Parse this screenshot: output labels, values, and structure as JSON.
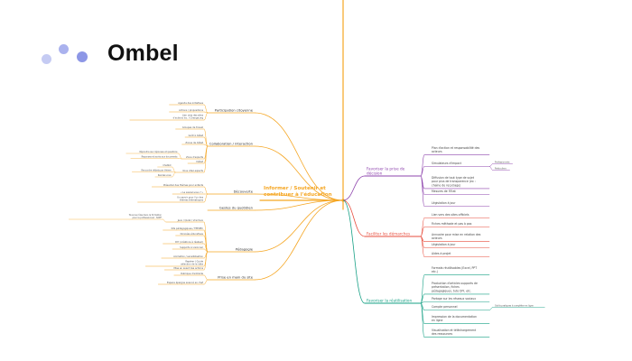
{
  "brand": {
    "name": "Ombel",
    "dot_colors": [
      "#c5cbf3",
      "#aab2ee",
      "#8d97e6"
    ]
  },
  "center": {
    "line1": "Informer / Soutenir et",
    "line2": "contribuer à l'éducation",
    "color": "#f5a623"
  },
  "left_branches": [
    {
      "label": "Participation citoyenne",
      "items": [
        {
          "text": "Agenda des initiatives"
        },
        {
          "text": "Actions / propositions"
        },
        {
          "text": "Lien vers des sites d'actions loc. / Change.org"
        }
      ]
    },
    {
      "label": "Collaboration / interaction",
      "items": [
        {
          "text": "Groupes de travail"
        },
        {
          "text": "Goût à débat"
        },
        {
          "text": "Zones de débat"
        },
        {
          "text": "Débat"
        },
        {
          "text": "Zone d'experts",
          "children": [
            "Répondre aux réponses et questions",
            "Reponses et accès aux documents"
          ]
        },
        {
          "text": "Vous citez experts",
          "children": [
            "Chatbot",
            "Rencontre débats par thème",
            "Rendez-vous"
          ]
        }
      ]
    },
    {
      "label": "Découverte",
      "items": [
        {
          "text": "Présenter des thèmes pour enfants"
        },
        {
          "text": "« Le saviez-vous ? »"
        },
        {
          "text": "Un savoir pour l'un des thèmes thématiques"
        }
      ]
    },
    {
      "label": "Gestes du quotidien",
      "items": []
    },
    {
      "label": "Pédagogie",
      "items": [
        {
          "text": "Jeux / Quizz / Vrai faux",
          "children": [
            "Tous les rôles dans la formation pour le professionnel : SOPF"
          ]
        },
        {
          "text": "Kits pédagogiques / TPEOEC"
        },
        {
          "text": "Données éducatives"
        },
        {
          "text": "DIY (créations à réaliser)"
        },
        {
          "text": "Supports à visionner"
        },
        {
          "text": "Animation / sensibilisation"
        },
        {
          "text": "Repérer / Guide sélection de la lutte"
        },
        {
          "text": "Mise en avant des actions"
        }
      ]
    },
    {
      "label": "Prise en main du site",
      "items": [
        {
          "text": "Rubrique d'entraide"
        },
        {
          "text": "Espace épargne avancé en chef"
        }
      ]
    }
  ],
  "right_branches": [
    {
      "label_lines": [
        "Favoriser la prise de",
        "décision"
      ],
      "color": "#8e44ad",
      "items": [
        {
          "lines": [
            "Plan d'action et responsabilité des",
            "acteurs"
          ]
        },
        {
          "lines": [
            "Simulateurs d'impact"
          ],
          "children": [
            "Professionnels",
            "Particuliers"
          ]
        },
        {
          "lines": [
            "Diffusion de tout type de sujet",
            "pour plus de transparence (ex :",
            "chaîne de recyclage)"
          ]
        },
        {
          "lines": [
            "Mesures de l'Etat"
          ]
        },
        {
          "lines": [
            "Législation à jour"
          ]
        }
      ]
    },
    {
      "label_lines": [
        "Faciliter les démarches"
      ],
      "color": "#e74c3c",
      "items": [
        {
          "lines": [
            "Lien vers des sites officiels"
          ]
        },
        {
          "lines": [
            "Fiches méthode et pas à pas"
          ]
        },
        {
          "lines": [
            "Annuaire pour mise en relation des",
            "acteurs"
          ]
        },
        {
          "lines": [
            "Législation à jour"
          ]
        },
        {
          "lines": [
            "Aides à projet"
          ]
        }
      ]
    },
    {
      "label_lines": [
        "Favoriser la réutilisation"
      ],
      "color": "#16a085",
      "items": [
        {
          "lines": [
            "Formats réutilisables (Excel, PPT",
            "etc.)"
          ]
        },
        {
          "lines": [
            "Production d'articles supports de",
            "présentation, fiches",
            "pédagogiques, tuto DIY, etc."
          ]
        },
        {
          "lines": [
            "Partage sur les réseaux sociaux"
          ]
        },
        {
          "lines": [
            "Compte personnel"
          ],
          "children": [
            "Outils pratiques à compléter en ligne"
          ]
        },
        {
          "lines": [
            "Impression de la documentation",
            "en ligne"
          ]
        },
        {
          "lines": [
            "Visualisation et téléchargement",
            "des ressources"
          ]
        }
      ]
    }
  ]
}
